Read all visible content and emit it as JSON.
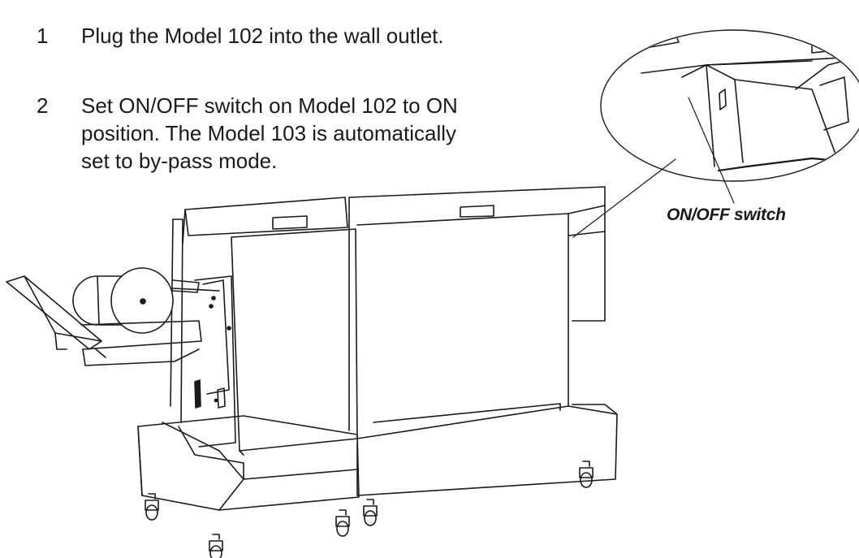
{
  "steps": [
    {
      "number": "1",
      "text": "Plug the Model 102 into the wall outlet."
    },
    {
      "number": "2",
      "text": "Set ON/OFF switch on Model 102 to ON\nposition. The Model 103 is automatically\nset to by-pass mode."
    }
  ],
  "callout": {
    "label": "ON/OFF switch"
  },
  "colors": {
    "ink": "#1a1a1a",
    "paper": "#ffffff"
  }
}
